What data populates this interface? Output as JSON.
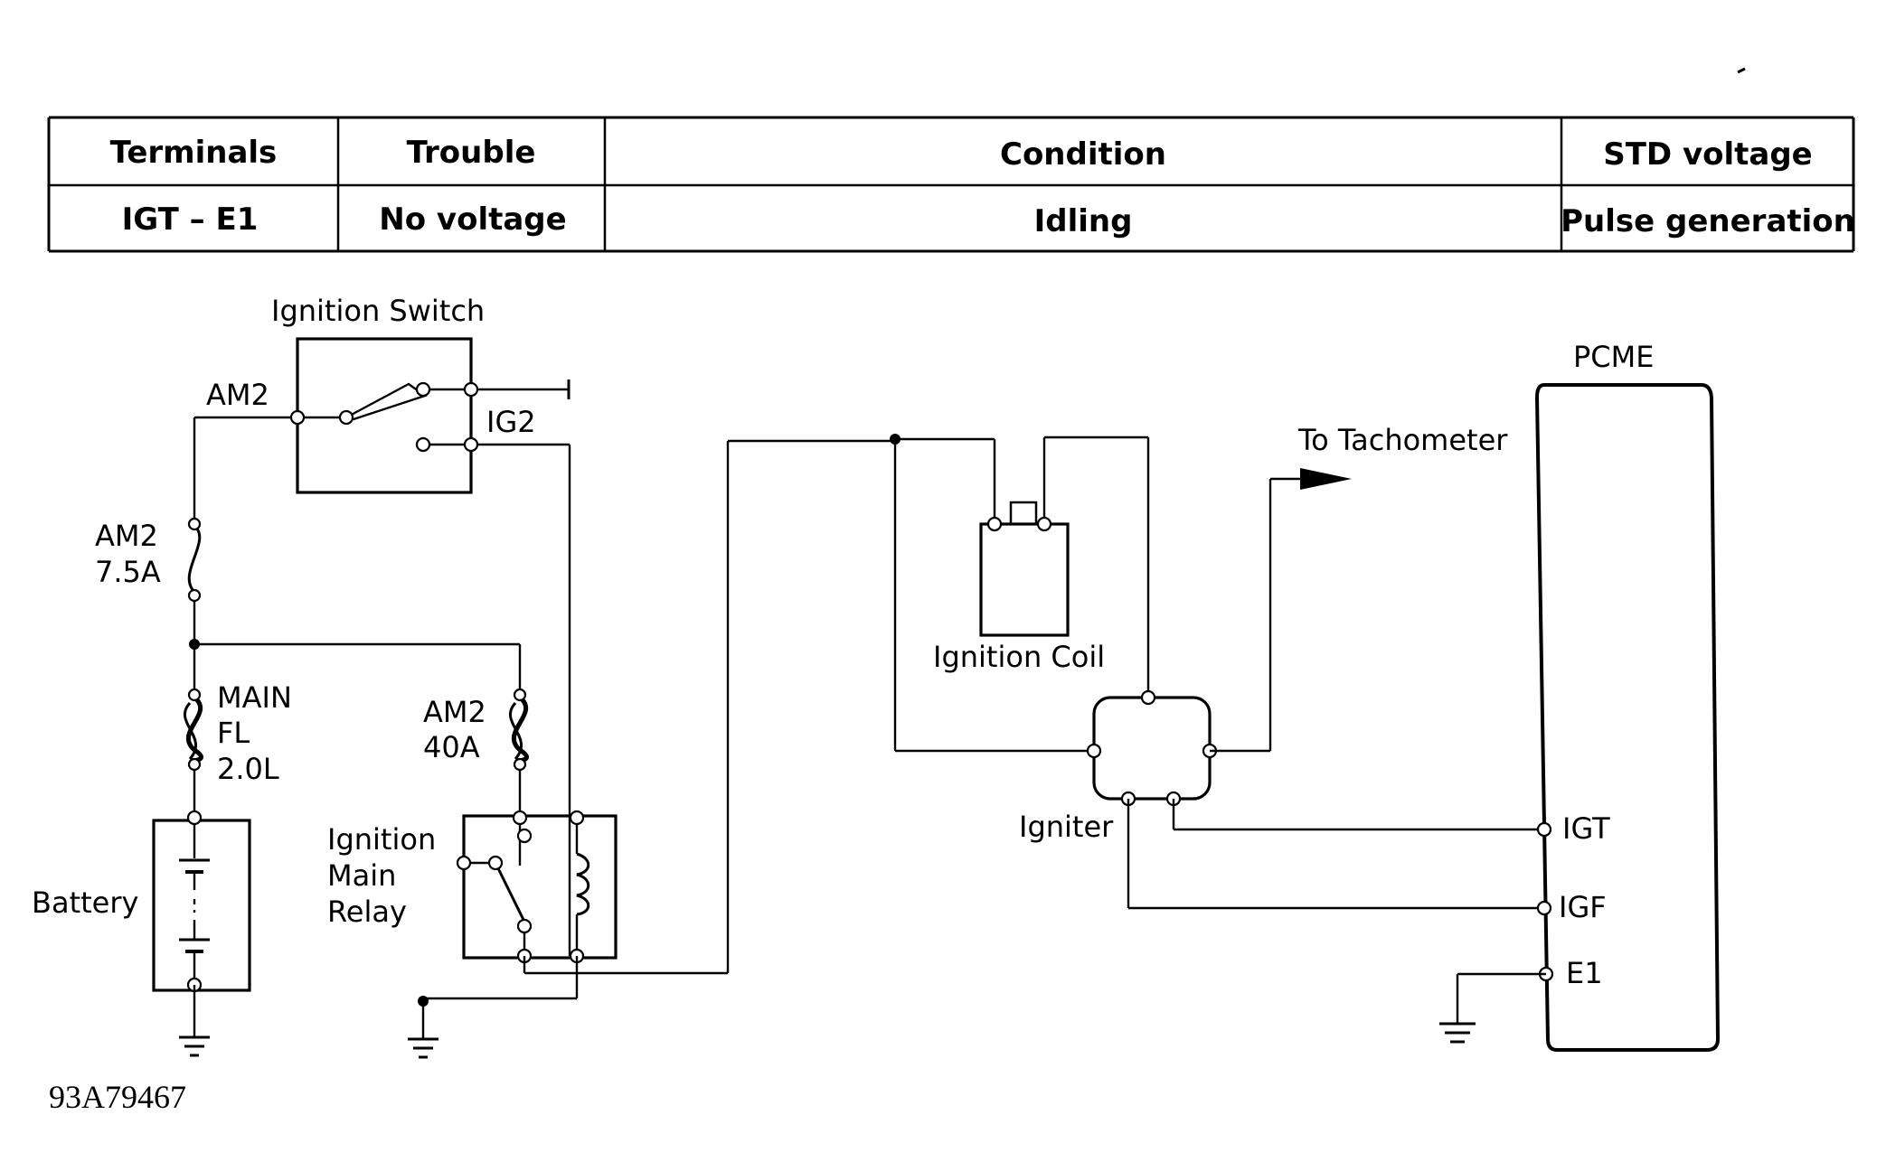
{
  "table": {
    "headers": [
      "Terminals",
      "Trouble",
      "Condition",
      "STD voltage"
    ],
    "rows": [
      [
        "IGT – E1",
        "No voltage",
        "Idling",
        "Pulse generation"
      ]
    ]
  },
  "diagram": {
    "ignition_switch": "Ignition Switch",
    "am2_terminal": "AM2",
    "ig2_terminal": "IG2",
    "fuse_am2_name": "AM2",
    "fuse_am2_rating": "7.5A",
    "fusible_main_line1": "MAIN",
    "fusible_main_line2": "FL",
    "fusible_main_line3": "2.0L",
    "fusible_am2_name": "AM2",
    "fusible_am2_rating": "40A",
    "battery": "Battery",
    "relay_line1": "Ignition",
    "relay_line2": "Main",
    "relay_line3": "Relay",
    "ignition_coil": "Ignition Coil",
    "igniter": "Igniter",
    "to_tachometer": "To Tachometer",
    "pcme": "PCME",
    "pin_igt": "IGT",
    "pin_igf": "IGF",
    "pin_e1": "E1"
  },
  "figure_code": "93A79467"
}
